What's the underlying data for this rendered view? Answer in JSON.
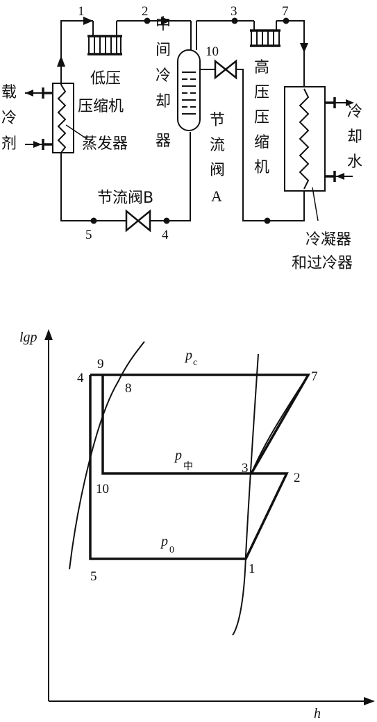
{
  "schematic": {
    "state_points": [
      "1",
      "2",
      "3",
      "7",
      "10",
      "5",
      "4"
    ],
    "low_compressor": "低压压缩机",
    "low_compressor_l1": "低压",
    "low_compressor_l2": "压缩机",
    "high_compressor": [
      "高",
      "压",
      "压",
      "缩",
      "机"
    ],
    "intercooler": [
      "中",
      "间",
      "冷",
      "却",
      "器"
    ],
    "valve_a": [
      "节",
      "流",
      "阀",
      "A"
    ],
    "valve_b": "节流阀B",
    "evaporator": "蒸发器",
    "secondary_refrigerant": [
      "载",
      "冷",
      "剂"
    ],
    "cooling_water": [
      "冷",
      "却",
      "水"
    ],
    "condenser_l1": "冷凝器",
    "condenser_l2": "和过冷器"
  },
  "ph_diagram": {
    "y_axis_label": "lgp",
    "x_axis_label": "h",
    "points": [
      "4",
      "9",
      "8",
      "7",
      "3",
      "2",
      "10",
      "5",
      "1"
    ],
    "pc": {
      "base": "p",
      "sub": "c"
    },
    "pmid": {
      "base": "p",
      "sub": "中"
    },
    "p0": {
      "base": "p",
      "sub": "0"
    }
  }
}
